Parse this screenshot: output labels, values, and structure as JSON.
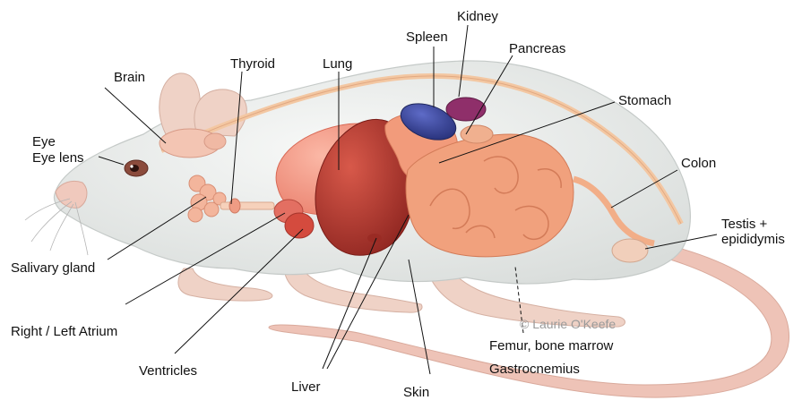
{
  "labels": {
    "eye": "Eye",
    "eye_lens": "Eye lens",
    "brain": "Brain",
    "thyroid": "Thyroid",
    "lung": "Lung",
    "spleen": "Spleen",
    "kidney": "Kidney",
    "pancreas": "Pancreas",
    "stomach": "Stomach",
    "colon": "Colon",
    "testis": "Testis +",
    "epididymis": "epididymis",
    "salivary_gland": "Salivary gland",
    "atrium": "Right / Left Atrium",
    "ventricles": "Ventricles",
    "liver": "Liver",
    "skin": "Skin",
    "femur": "Femur, bone marrow",
    "gastrocnemius": "Gastrocnemius"
  },
  "credit": "© Laurie O'Keefe",
  "colors": {
    "body": "#eef0f0",
    "ear": "#efd2c6",
    "spine": "#f3c7a2",
    "lung": "#f49a86",
    "liver": "#b83a32",
    "intestine": "#f1a17d",
    "spleen": "#37459c",
    "kidney": "#8f2f6a",
    "tail": "#eec3b7"
  }
}
